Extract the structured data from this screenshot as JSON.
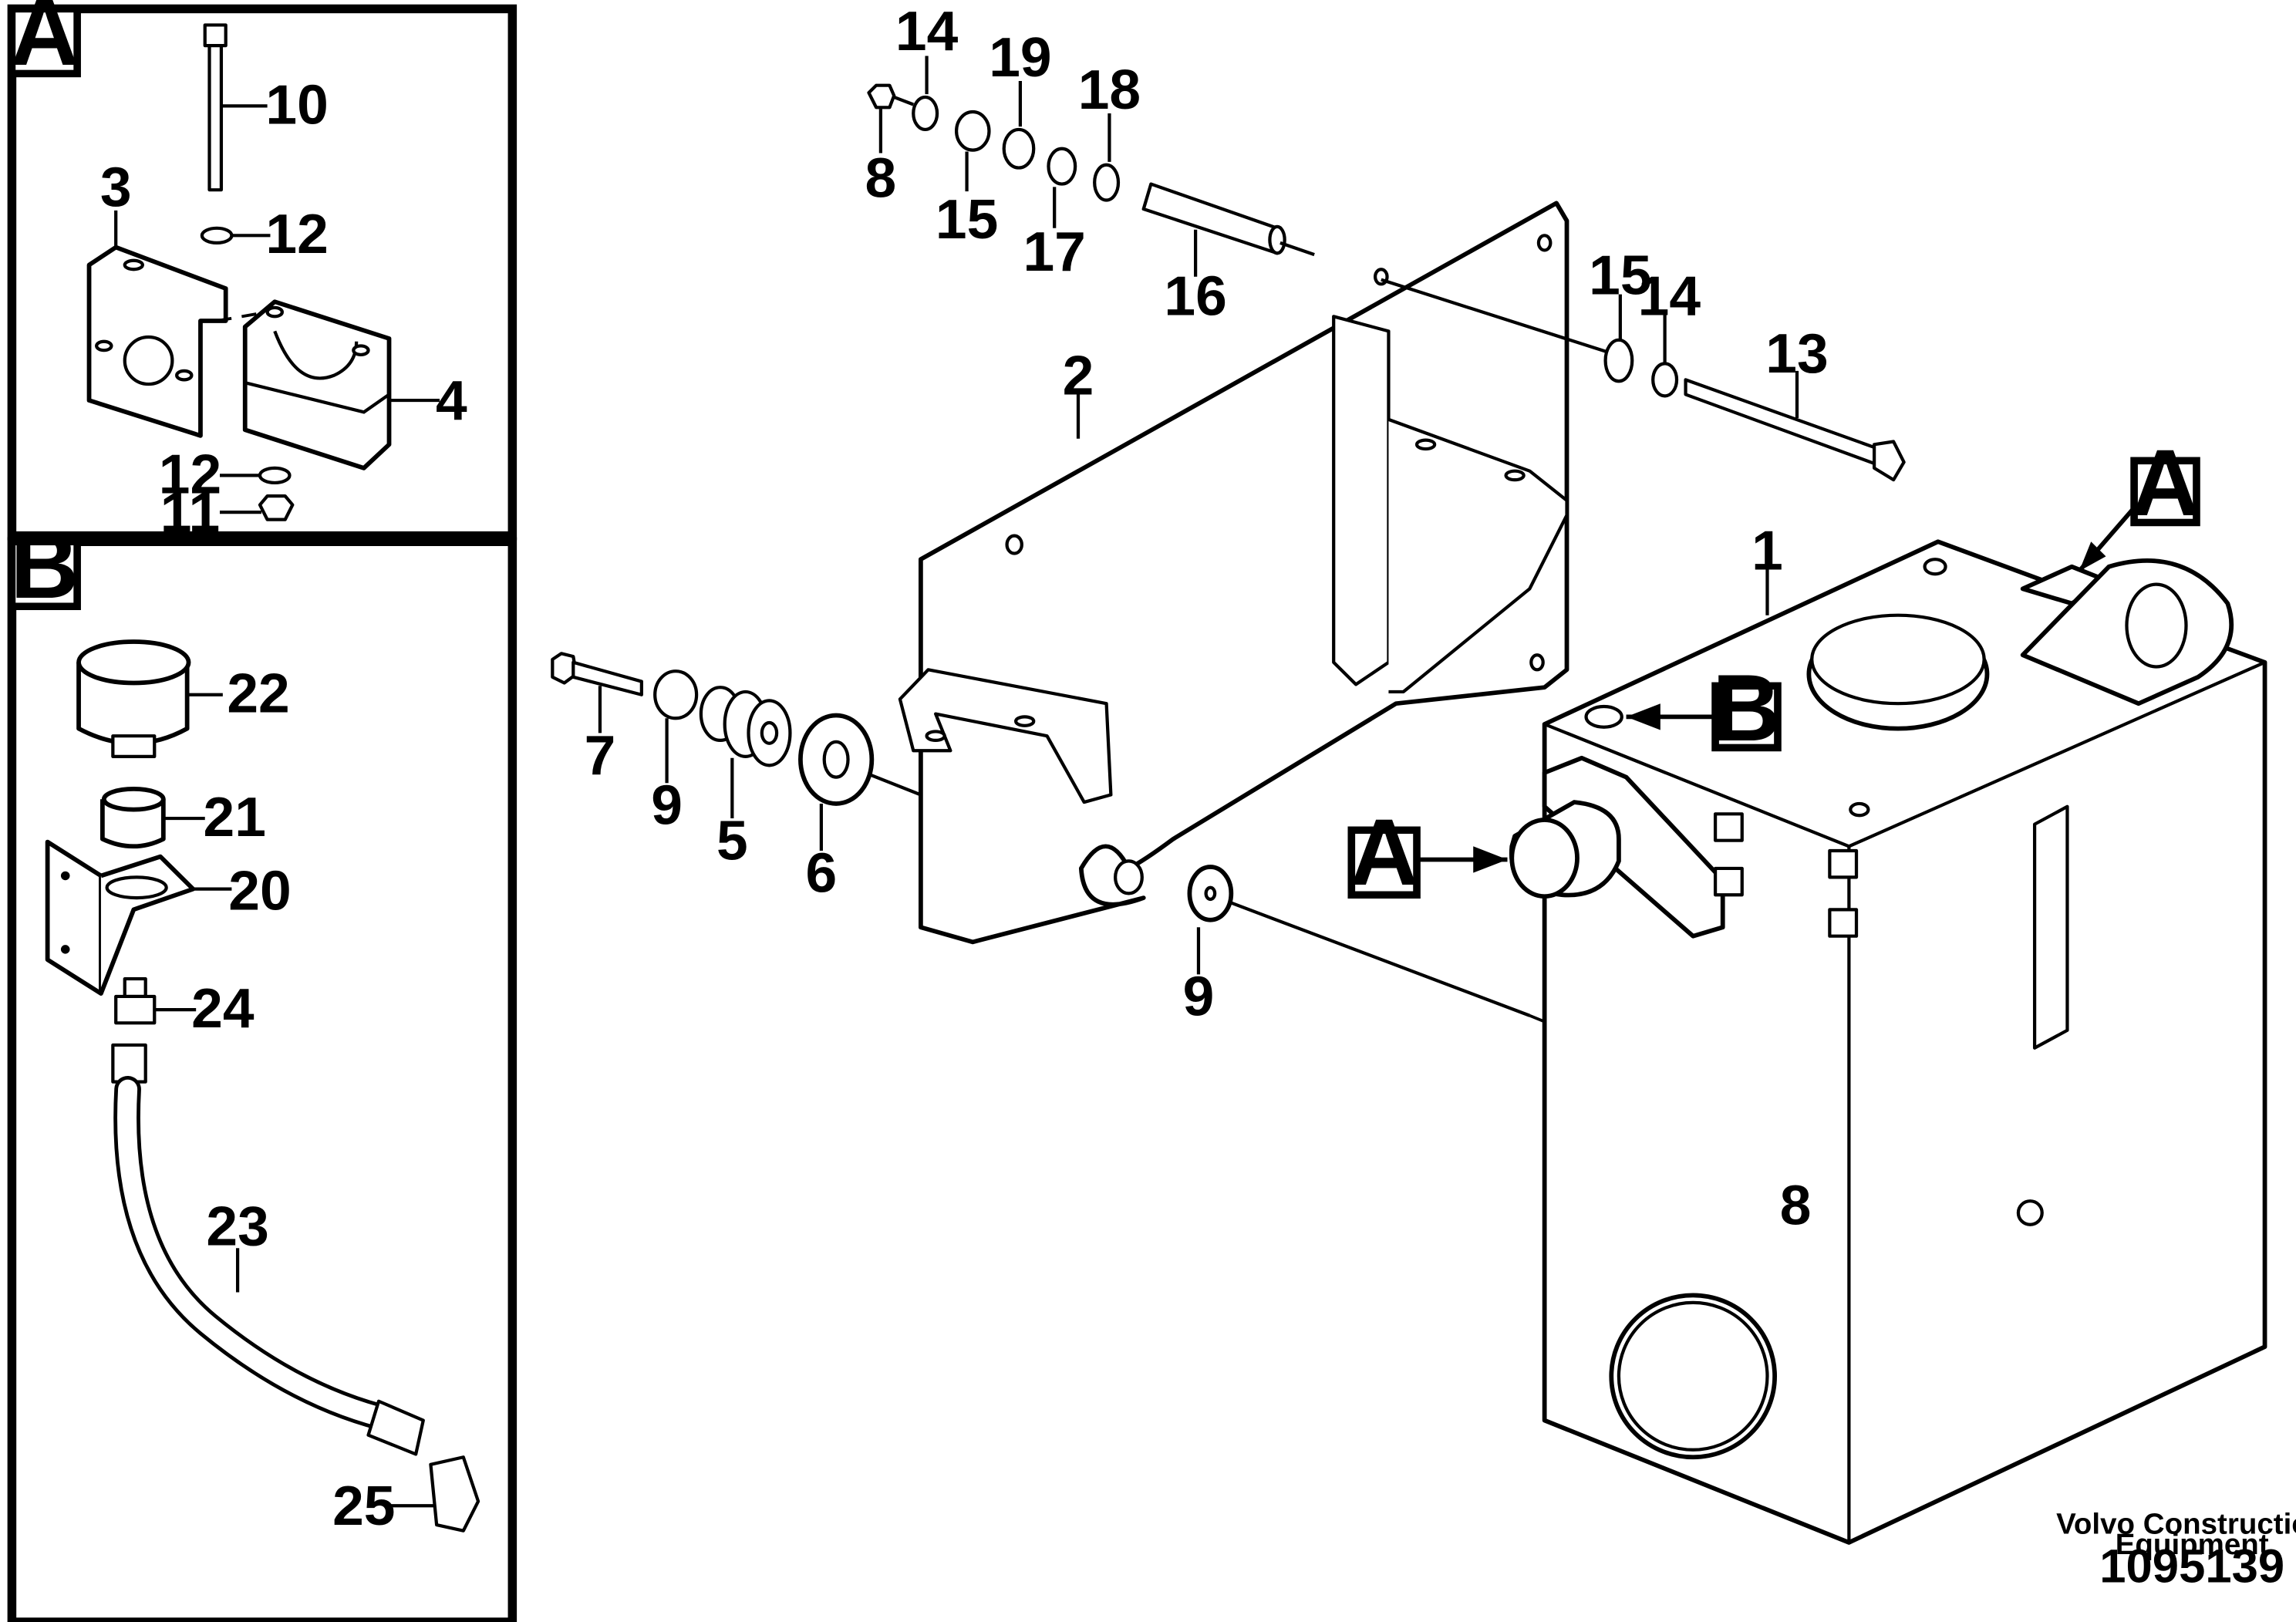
{
  "inset_a": {
    "label": "A",
    "parts": [
      "10",
      "3",
      "12",
      "4",
      "12",
      "11"
    ]
  },
  "inset_b": {
    "label": "B",
    "parts": [
      "22",
      "21",
      "20",
      "24",
      "23",
      "25"
    ]
  },
  "main": {
    "parts": [
      "14",
      "19",
      "18",
      "8",
      "15",
      "17",
      "16",
      "2",
      "15",
      "14",
      "13",
      "1",
      "7",
      "9",
      "5",
      "6",
      "9",
      "8"
    ],
    "callouts": [
      "A",
      "B",
      "A"
    ]
  },
  "footer": {
    "publisher": "Volvo Construction",
    "publisher_line2": "Equipment",
    "doc_number": "1095139"
  }
}
